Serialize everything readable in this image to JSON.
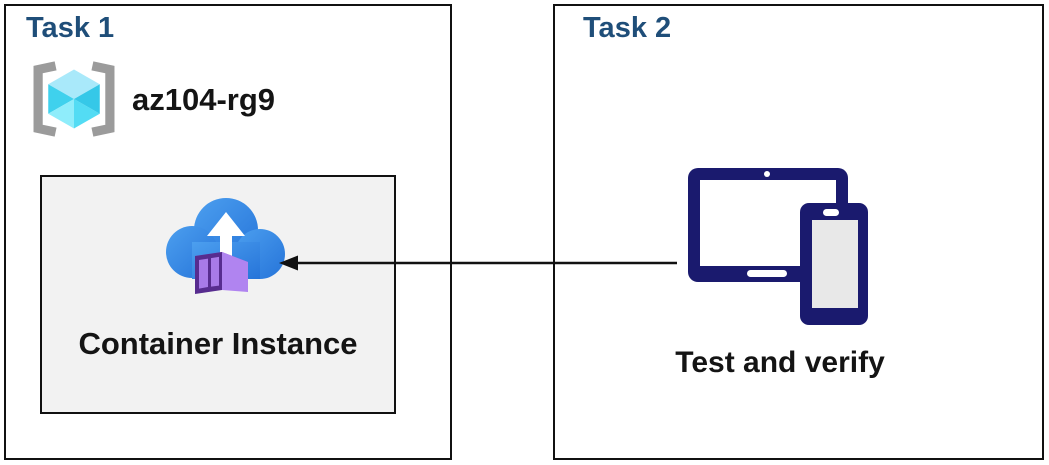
{
  "task1": {
    "title": "Task 1",
    "resource_group": {
      "icon": "resource-group-icon",
      "name": "az104-rg9"
    },
    "container_box": {
      "icon": "container-instances-icon",
      "label": "Container Instance"
    }
  },
  "task2": {
    "title": "Task 2",
    "devices": {
      "icon": "devices-icon",
      "label": "Test and verify"
    }
  },
  "connector": {
    "type": "arrow",
    "direction": "right-to-left",
    "from": "devices-icon",
    "to": "container-instance-box"
  },
  "colors": {
    "heading_blue": "#1F4E79",
    "border_black": "#111111",
    "box_fill": "#F2F2F2",
    "navy": "#1A1A6E",
    "text_black": "#141414",
    "cloud_blue_light": "#4C9FEF",
    "cloud_blue_dark": "#2674D9",
    "container_purple_dark": "#572C8F",
    "container_purple_light": "#B084F0",
    "cube_cyan_light": "#A9E9FA",
    "cube_cyan_mid": "#4FD9F2",
    "bracket_gray": "#9B9B9B"
  }
}
